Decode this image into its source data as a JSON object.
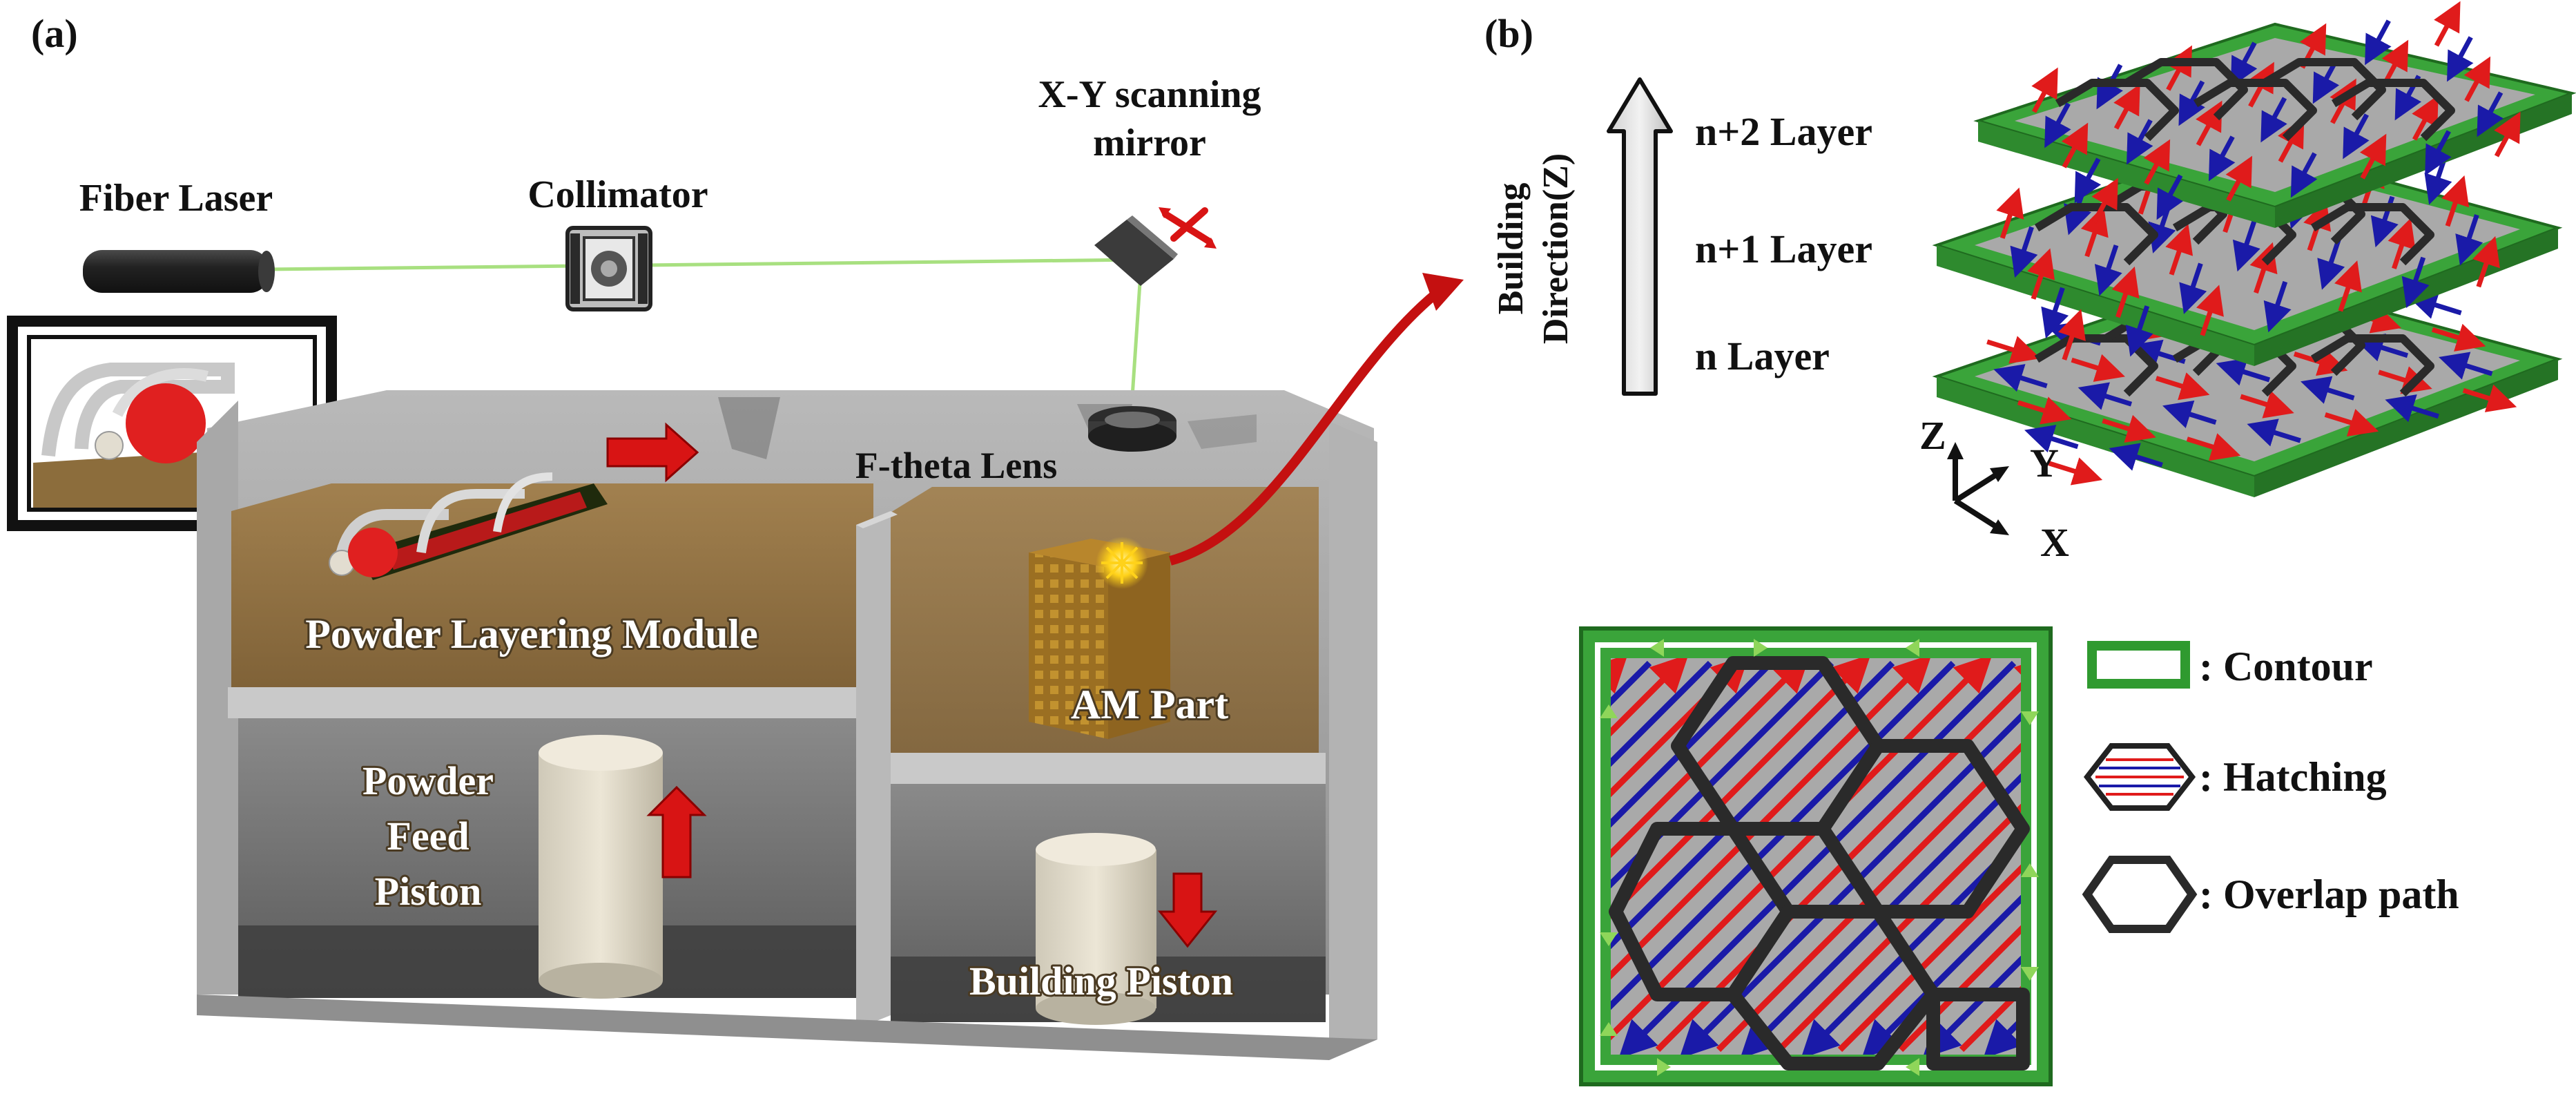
{
  "panel_a": {
    "label": "(a)",
    "fiber_laser": "Fiber Laser",
    "collimator": "Collimator",
    "scanning_mirror_line1": "X-Y scanning",
    "scanning_mirror_line2": "mirror",
    "f_theta_lens": "F-theta Lens",
    "powder_layering_module": "Powder Layering Module",
    "am_part": "AM Part",
    "powder_feed_piston_line1": "Powder",
    "powder_feed_piston_line2": "Feed",
    "powder_feed_piston_line3": "Piston",
    "building_piston": "Building Piston"
  },
  "panel_b": {
    "label": "(b)",
    "building_direction_line1": "Building",
    "building_direction_line2": "Direction(Z)",
    "layers": [
      "n+2 Layer",
      "n+1 Layer",
      "n Layer"
    ],
    "axes": {
      "z": "Z",
      "y": "Y",
      "x": "X"
    },
    "legend": {
      "contour": ": Contour",
      "hatching": ": Hatching",
      "overlap_path": ": Overlap path"
    }
  },
  "colors": {
    "contour_green": "#3aa43a",
    "hatch_red": "#e01b1b",
    "hatch_blue": "#1a1aa8",
    "overlap_dark": "#2a2a2a",
    "laser_beam": "#a8e080",
    "arrow_red": "#d81414",
    "chamber_gray": "#9a9a9a",
    "powder_brown": "#8c6d3c"
  }
}
